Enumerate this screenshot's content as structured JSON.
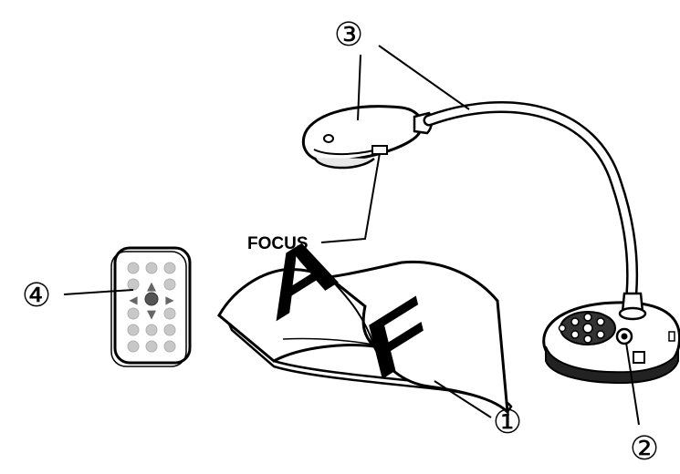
{
  "callouts": {
    "one": "①",
    "two": "②",
    "three": "③",
    "four": "④"
  },
  "focus_label": "FOCUS",
  "book": {
    "letter_left": "A",
    "letter_right": "F"
  },
  "remote": {
    "arrow_up": "▲",
    "arrow_down": "▼",
    "arrow_left": "◀",
    "arrow_right": "▶"
  }
}
